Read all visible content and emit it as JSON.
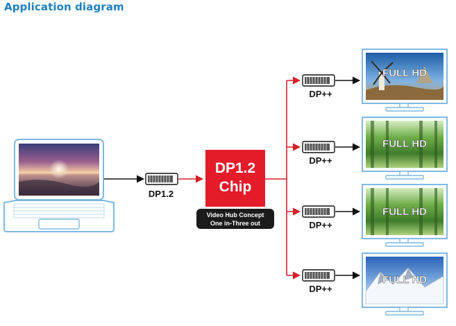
{
  "header": {
    "title": "Application diagram"
  },
  "source": {
    "device": "laptop",
    "port_label": "DP1.2"
  },
  "chip": {
    "line1": "DP1.2",
    "line2": "Chip",
    "caption_line1": "Video Hub Concept",
    "caption_line2": "One in-Three out"
  },
  "outputs": [
    {
      "port_label": "DP++",
      "screen_text": "FULL HD",
      "scene": "windmill"
    },
    {
      "port_label": "DP++",
      "screen_text": "FULL HD",
      "scene": "forest"
    },
    {
      "port_label": "DP++",
      "screen_text": "FULL HD",
      "scene": "forest"
    },
    {
      "port_label": "DP++",
      "screen_text": "FULL HD",
      "scene": "mountain"
    }
  ],
  "colors": {
    "title": "#1e7fbf",
    "chip": "#e41c2a",
    "signal_line": "#d81e2a",
    "device_outline": "#7fb8e0"
  }
}
